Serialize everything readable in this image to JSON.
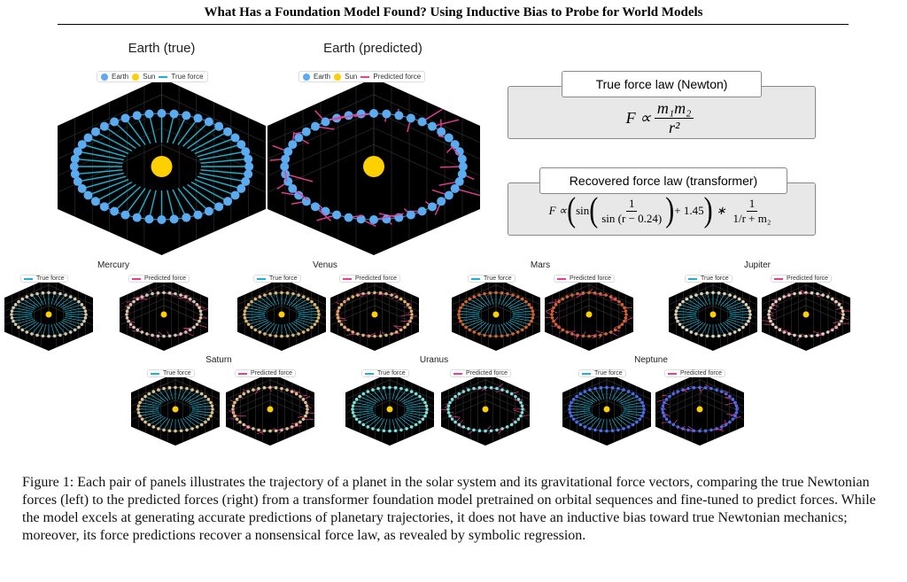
{
  "title": "What Has a Foundation Model Found? Using Inductive Bias to Probe for World Models",
  "earth_true": {
    "title": "Earth (true)",
    "legend": [
      "Earth",
      "Sun",
      "True force"
    ]
  },
  "earth_pred": {
    "title": "Earth (predicted)",
    "legend": [
      "Earth",
      "Sun",
      "Predicted force"
    ]
  },
  "true_law": {
    "label": "True force law (Newton)",
    "lhs": "F ∝",
    "num": "m₁m₂",
    "den": "r²"
  },
  "recovered_law": {
    "label": "Recovered force law (transformer)",
    "lhs": "F ∝",
    "sin": "sin",
    "num1": "1",
    "den1": "sin (r − 0.24)",
    "plus": "+ 1.45",
    "times": "∗",
    "num2": "1",
    "den2": "1/r + m₂"
  },
  "small_legend": {
    "true": "True force",
    "pred": "Predicted force"
  },
  "planets": [
    {
      "name": "Mercury",
      "dot": "#d8c7a6"
    },
    {
      "name": "Venus",
      "dot": "#e0b36a"
    },
    {
      "name": "Mars",
      "dot": "#d9612a"
    },
    {
      "name": "Jupiter",
      "dot": "#e3d2b0"
    },
    {
      "name": "Saturn",
      "dot": "#e0c28a"
    },
    {
      "name": "Uranus",
      "dot": "#7ee0d6"
    },
    {
      "name": "Neptune",
      "dot": "#4a6cf0"
    }
  ],
  "colors": {
    "earth": "#5aabef",
    "sun": "#ffd000",
    "true_force": "#1cb3d3",
    "pred_force": "#ee3b97"
  },
  "caption": "Figure 1: Each pair of panels illustrates the trajectory of a planet in the solar system and its gravitational force vectors, comparing the true Newtonian forces (left) to the predicted forces (right) from a transformer foundation model pretrained on orbital sequences and fine-tuned to predict forces. While the model excels at generating accurate predictions of planetary trajectories, it does not have an inductive bias toward true Newtonian mechanics; moreover, its force predictions recover a nonsensical force law, as revealed by symbolic regression."
}
